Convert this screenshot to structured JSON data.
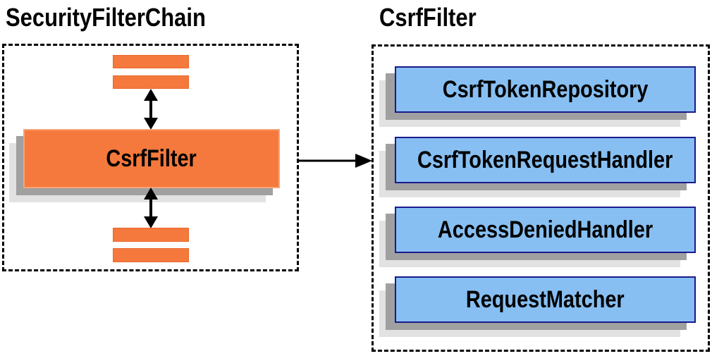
{
  "left_panel": {
    "title": "SecurityFilterChain",
    "filter_box_label": "CsrfFilter"
  },
  "right_panel": {
    "title": "CsrfFilter",
    "components": [
      "CsrfTokenRepository",
      "CsrfTokenRequestHandler",
      "AccessDeniedHandler",
      "RequestMatcher"
    ]
  },
  "colors": {
    "orange_fill": "#F5793C",
    "orange_border": "#E8682A",
    "blue_fill": "#87BFF2",
    "blue_border": "#1A1A8C",
    "shadow_gray": "#A0A0A0",
    "shadow_light_gray": "#E2E2E2",
    "arrow": "#000000",
    "text": "#000000",
    "background": "#FFFFFF"
  }
}
